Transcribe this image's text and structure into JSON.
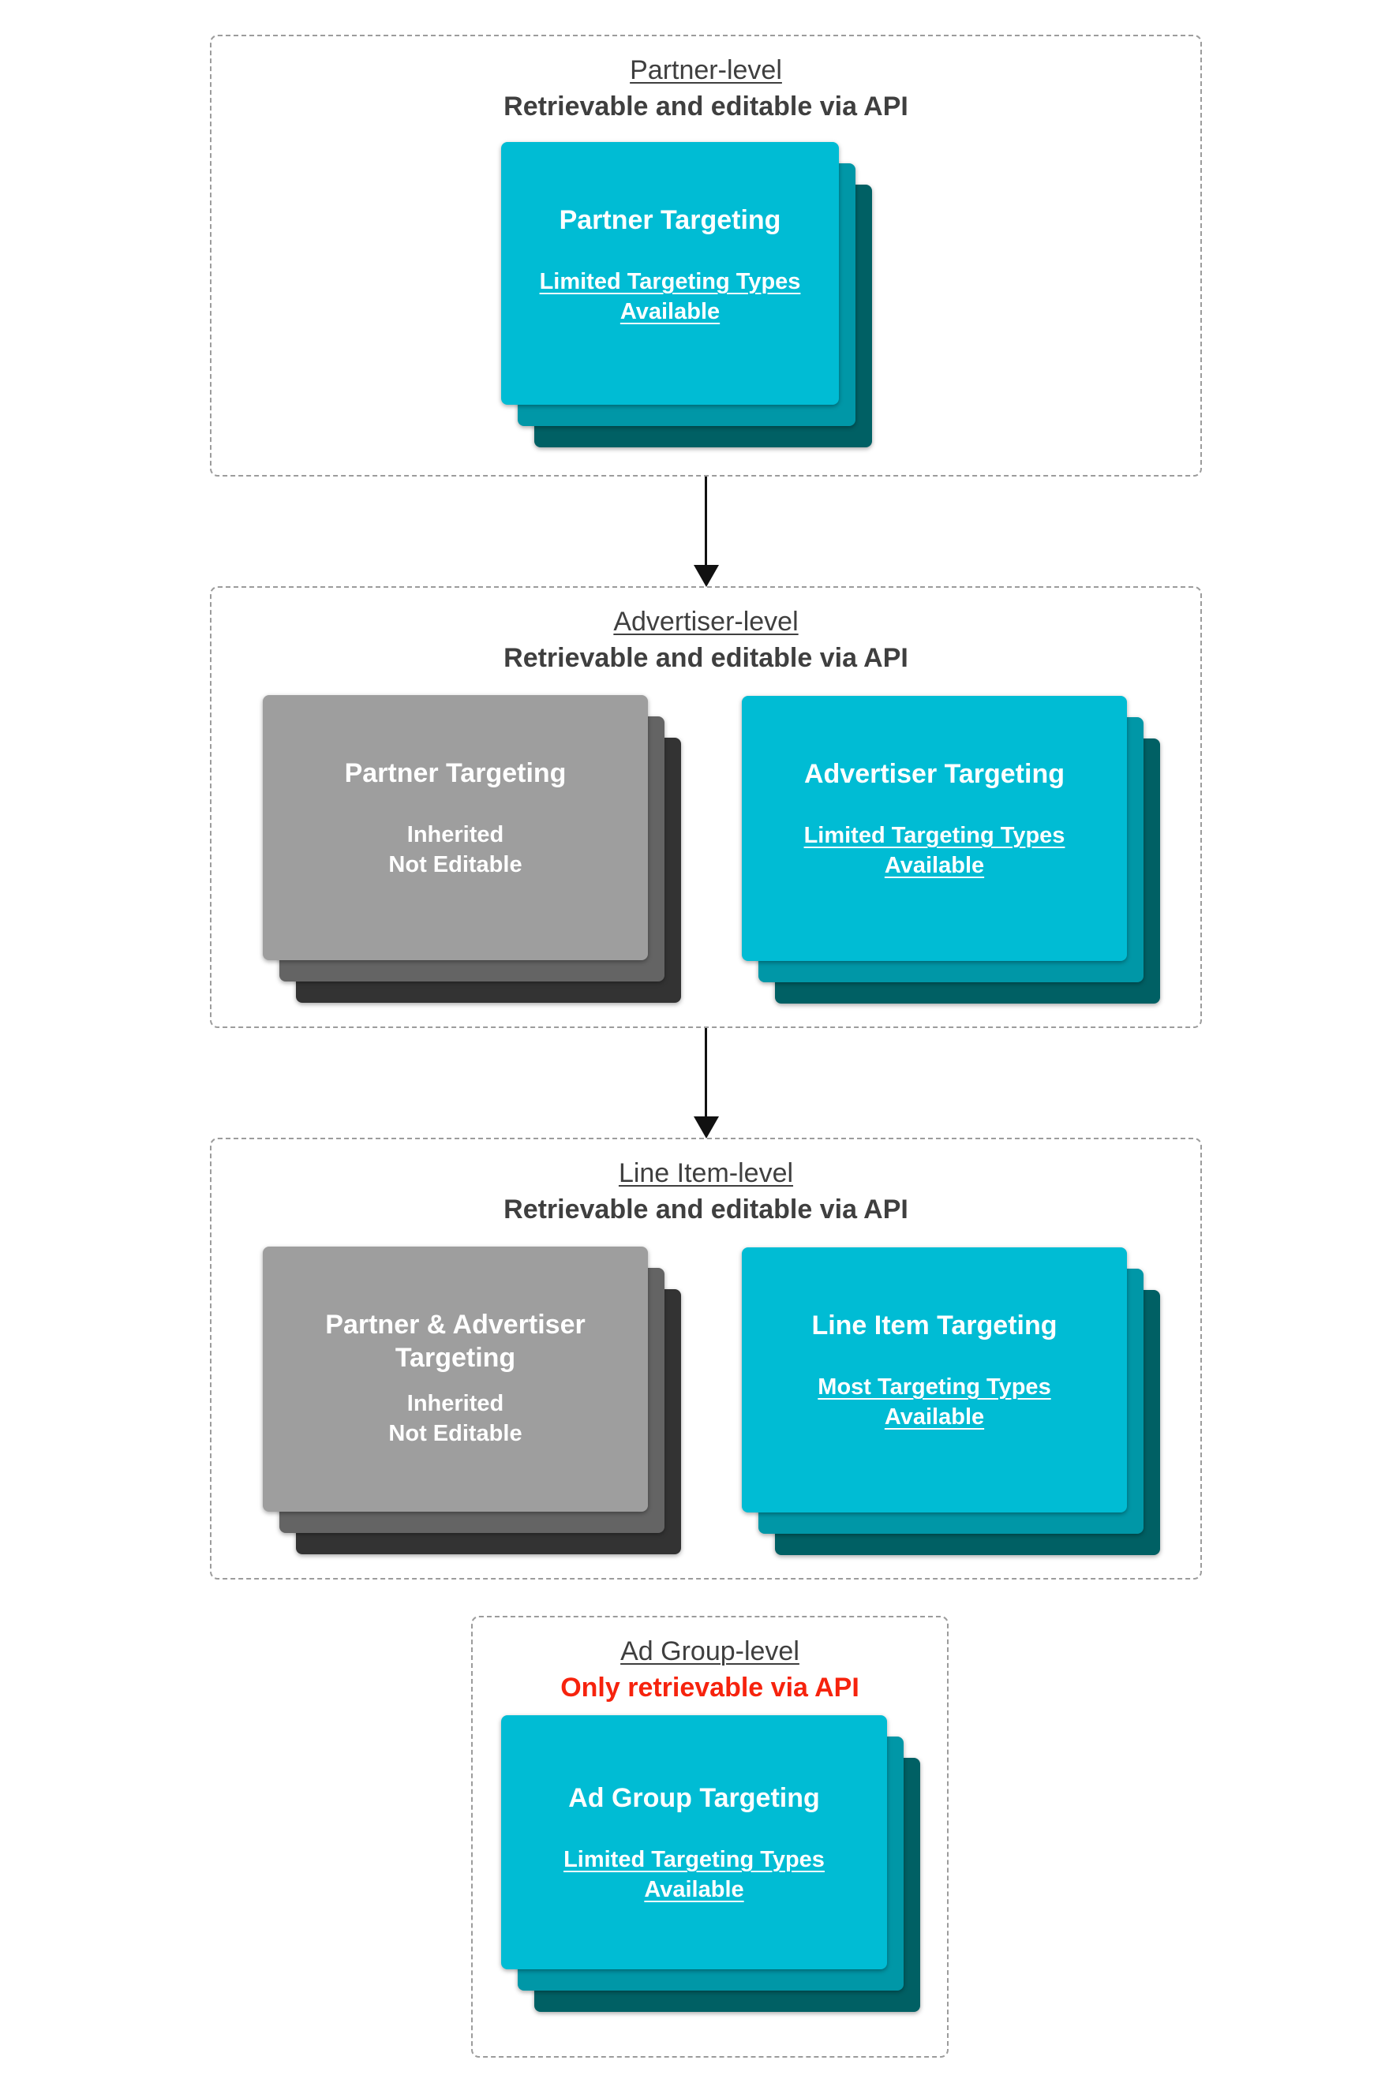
{
  "colors": {
    "cyan_front": "#00bcd4",
    "cyan_mid": "#0097a7",
    "cyan_back": "#006064",
    "gray_front": "#9e9e9e",
    "gray_mid": "#646464",
    "gray_back": "#333333",
    "section_title_text": "#3f3f3f",
    "red_subtitle_text": "#f6230d",
    "card_text": "#ffffff",
    "dashed_border": "#9c9c9c",
    "arrow": "#111111",
    "background": "#ffffff"
  },
  "sections": [
    {
      "id": "partner-level",
      "title": "Partner-level",
      "subtitle": "Retrievable and editable via API",
      "cards": [
        {
          "variant": "cyan",
          "title": "Partner Targeting",
          "body": "Limited Targeting Types Available"
        }
      ]
    },
    {
      "id": "advertiser-level",
      "title": "Advertiser-level",
      "subtitle": "Retrievable and editable via API",
      "cards": [
        {
          "variant": "gray",
          "title": "Partner Targeting",
          "body_lines": [
            "Inherited",
            "Not Editable"
          ]
        },
        {
          "variant": "cyan",
          "title": "Advertiser Targeting",
          "body": "Limited Targeting Types Available"
        }
      ]
    },
    {
      "id": "line-item-level",
      "title": "Line Item-level",
      "subtitle": "Retrievable and editable via API",
      "cards": [
        {
          "variant": "gray",
          "title": "Partner & Advertiser Targeting",
          "body_lines": [
            "Inherited",
            "Not Editable"
          ]
        },
        {
          "variant": "cyan",
          "title": "Line Item Targeting",
          "body": "Most Targeting Types Available"
        }
      ]
    },
    {
      "id": "ad-group-level",
      "title": "Ad Group-level",
      "subtitle": "Only retrievable via API",
      "cards": [
        {
          "variant": "cyan",
          "title": "Ad Group Targeting",
          "body": "Limited Targeting Types Available"
        }
      ]
    }
  ]
}
